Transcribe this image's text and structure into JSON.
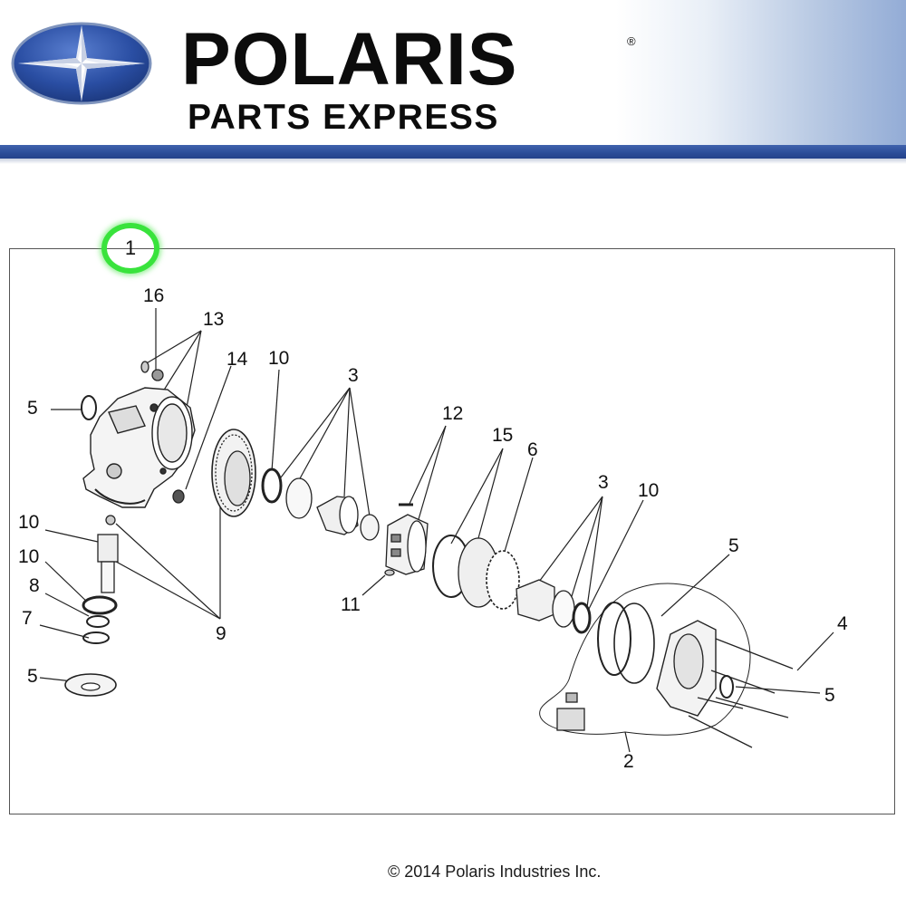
{
  "header": {
    "brand_name": "POLARIS",
    "registered_mark": "®",
    "subtitle": "PARTS EXPRESS",
    "colors": {
      "bar": "#2b4c98",
      "emblem": "#2a4ea3",
      "text": "#0c0c0c"
    }
  },
  "diagram": {
    "highlight_color": "#39e33c",
    "assembly_callout": "1",
    "callouts": [
      {
        "id": "c16",
        "label": "16"
      },
      {
        "id": "c13",
        "label": "13"
      },
      {
        "id": "c14",
        "label": "14"
      },
      {
        "id": "c10a",
        "label": "10"
      },
      {
        "id": "c3a",
        "label": "3"
      },
      {
        "id": "c12",
        "label": "12"
      },
      {
        "id": "c15",
        "label": "15"
      },
      {
        "id": "c6",
        "label": "6"
      },
      {
        "id": "c3b",
        "label": "3"
      },
      {
        "id": "c10b",
        "label": "10"
      },
      {
        "id": "c5a",
        "label": "5"
      },
      {
        "id": "c10c",
        "label": "10"
      },
      {
        "id": "c10d",
        "label": "10"
      },
      {
        "id": "c8",
        "label": "8"
      },
      {
        "id": "c7",
        "label": "7"
      },
      {
        "id": "c5b",
        "label": "5"
      },
      {
        "id": "c9",
        "label": "9"
      },
      {
        "id": "c11",
        "label": "11"
      },
      {
        "id": "c5c",
        "label": "5"
      },
      {
        "id": "c4",
        "label": "4"
      },
      {
        "id": "c5d",
        "label": "5"
      },
      {
        "id": "c2",
        "label": "2"
      }
    ]
  },
  "footer": {
    "copyright": "© 2014 Polaris Industries Inc."
  }
}
